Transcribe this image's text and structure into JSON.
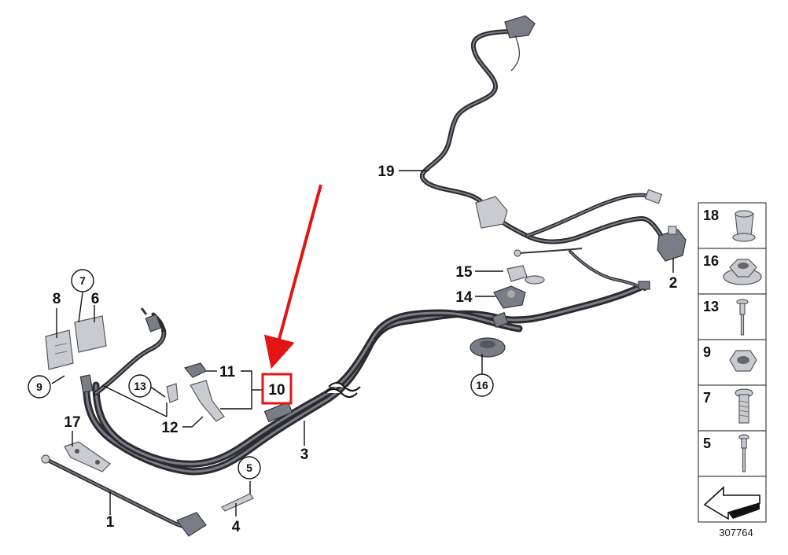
{
  "diagram": {
    "callouts": [
      "1",
      "2",
      "3",
      "4",
      "5",
      "6",
      "7",
      "8",
      "9",
      "10",
      "11",
      "12",
      "13",
      "14",
      "15",
      "16",
      "17",
      "19"
    ],
    "highlighted_callout": "10",
    "annotation_color": "#e31414",
    "highlight_color": "#e31414",
    "cable_color": "#2b2b2f"
  },
  "legend": {
    "items": [
      "18",
      "16",
      "13",
      "9",
      "7",
      "5"
    ],
    "reference_number": "307764"
  }
}
